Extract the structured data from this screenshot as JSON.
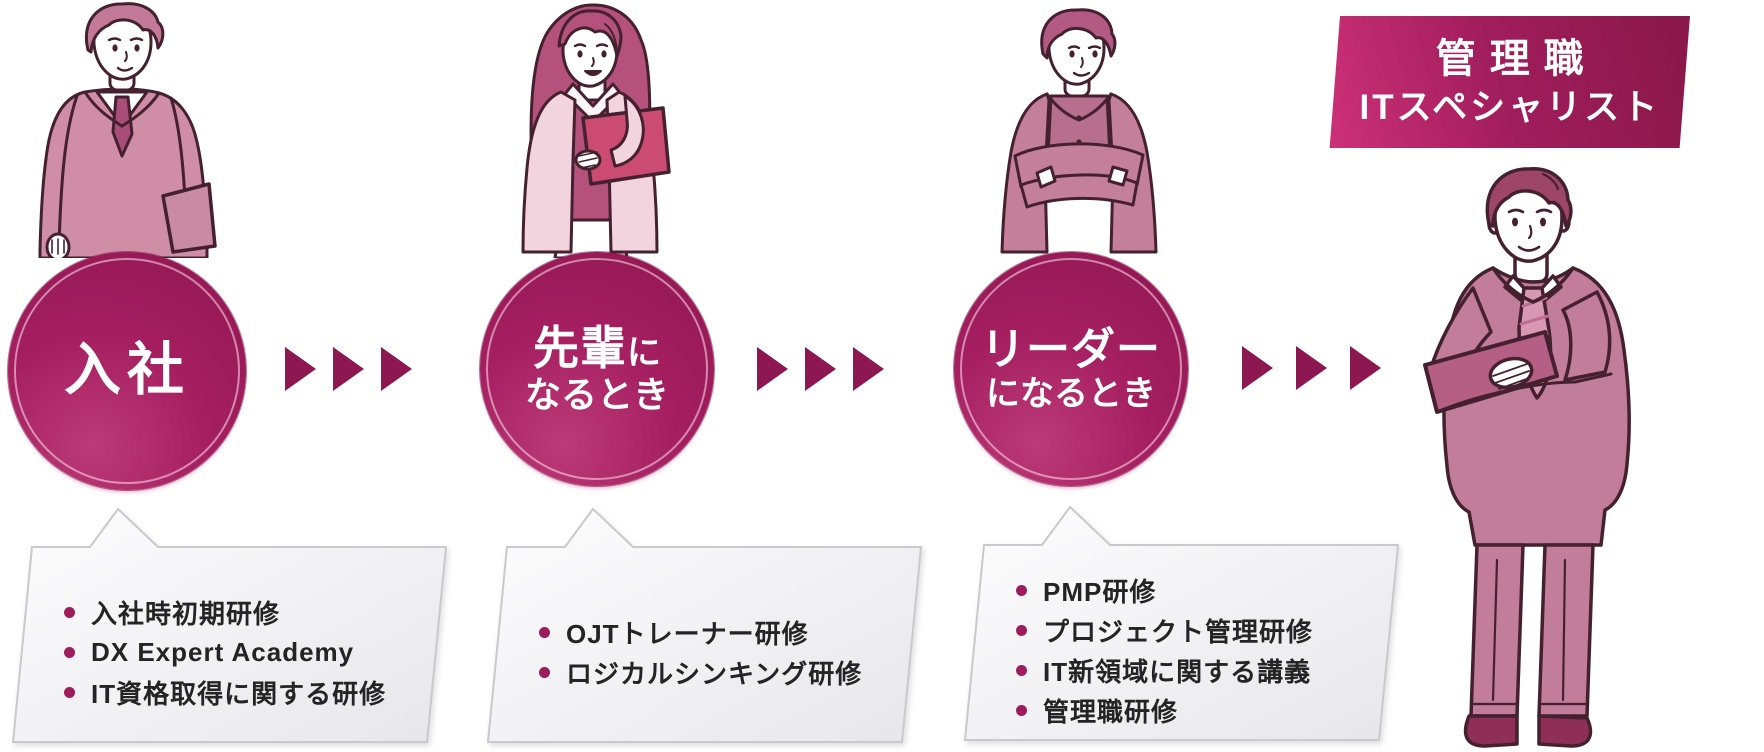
{
  "stages": [
    {
      "name": "join",
      "circle": {
        "main": "入社",
        "suffix": "",
        "line2": ""
      },
      "trainings": [
        "入社時初期研修",
        "DX Expert Academy",
        "IT資格取得に関する研修"
      ],
      "illustration": "businessman-with-document"
    },
    {
      "name": "becoming-senior",
      "circle": {
        "main": "先輩",
        "suffix": "に",
        "line2": "なるとき"
      },
      "trainings": [
        "OJTトレーナー研修",
        "ロジカルシンキング研修"
      ],
      "illustration": "businesswoman-with-folder"
    },
    {
      "name": "becoming-leader",
      "circle": {
        "main": "リーダー",
        "suffix": "",
        "line2": "になるとき"
      },
      "trainings": [
        "PMP研修",
        "プロジェクト管理研修",
        "IT新領域に関する講義",
        "管理職研修"
      ],
      "illustration": "businessman-arms-crossed"
    }
  ],
  "goal": {
    "line1": "管理職",
    "line2": "ITスペシャリスト",
    "illustration": "manager-with-tablet"
  },
  "icons": {
    "arrow": "▶",
    "bullet": "●"
  },
  "arrows": {
    "groups": 3,
    "per_group": 3
  },
  "colors": {
    "magenta_dark": "#8e1650",
    "magenta": "#a51f60",
    "magenta_bright": "#cd3178",
    "arrow": "#8d1750",
    "bullet": "#9c1c5c",
    "box_border": "#c9c9ce",
    "box_bg_start": "#fdfdfe",
    "box_bg_end": "#e7e7ea",
    "text": "#242424",
    "circle_text": "#ffffff"
  }
}
